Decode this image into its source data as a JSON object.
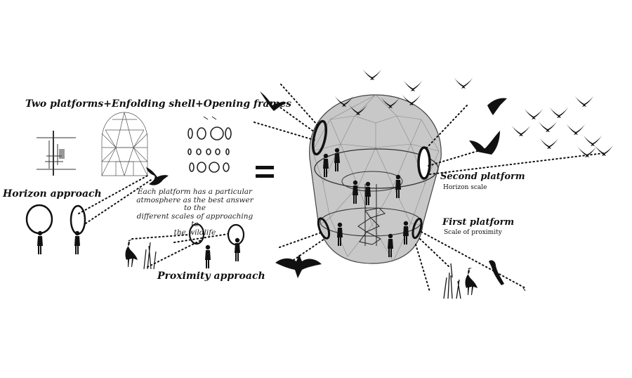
{
  "diagram": {
    "heading": "Two platforms+Enfolding shell+Opening frames",
    "horizon_approach": "Horizon approach",
    "proximity_approach": "Proximity approach",
    "equals_sign": "=",
    "note_lines": [
      "Each platform has a particular",
      "atmosphere as the best answer to the",
      "different scales of approaching to",
      "the wildlife"
    ],
    "second_platform": {
      "title": "Second platform",
      "subtitle": "Horizon scale"
    },
    "first_platform": {
      "title": "First platform",
      "subtitle": "Scale of proximity"
    }
  },
  "colors": {
    "ink": "#111111",
    "shell_fill": "#c8c8c8",
    "line": "#555555"
  }
}
